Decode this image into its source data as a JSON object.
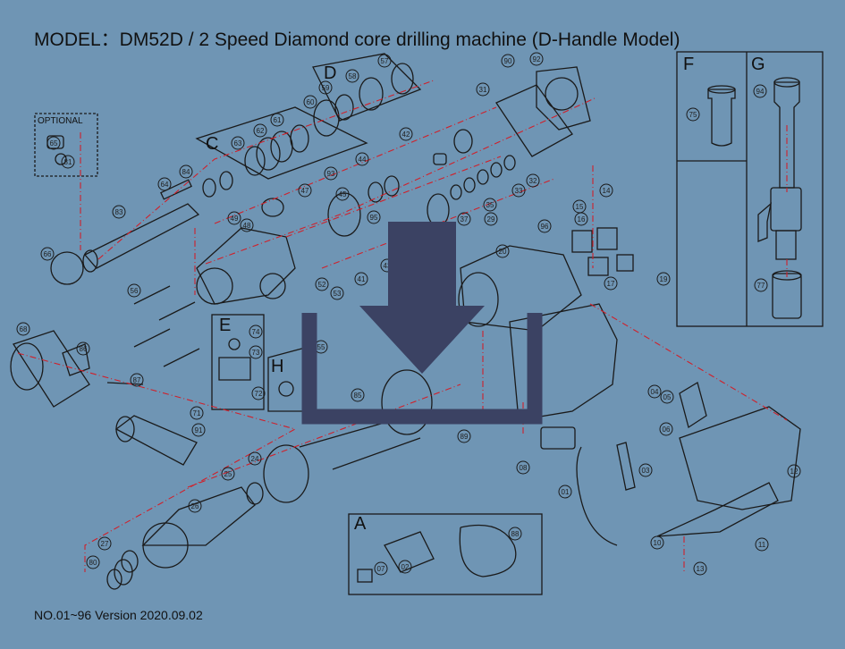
{
  "title": "MODEL：DM52D / 2 Speed Diamond core drilling machine (D-Handle Model)",
  "footer": "NO.01~96  Version 2020.09.02",
  "optional_label": "OPTIONAL",
  "groups": {
    "A": "A",
    "C": "C",
    "D": "D",
    "E": "E",
    "F": "F",
    "G": "G",
    "H": "H"
  },
  "parts": [
    "01",
    "02",
    "03",
    "04",
    "05",
    "06",
    "07",
    "08",
    "10",
    "11",
    "12",
    "13",
    "14",
    "15",
    "16",
    "17",
    "19",
    "20",
    "24",
    "25",
    "26",
    "27",
    "29",
    "31",
    "32",
    "33",
    "35",
    "37",
    "41",
    "42",
    "43",
    "44",
    "45",
    "47",
    "48",
    "49",
    "52",
    "53",
    "55",
    "56",
    "57",
    "58",
    "59",
    "60",
    "61",
    "62",
    "63",
    "64",
    "65",
    "66",
    "68",
    "71",
    "72",
    "73",
    "74",
    "75",
    "77",
    "80",
    "81",
    "83",
    "84",
    "85",
    "86",
    "87",
    "88",
    "89",
    "90",
    "91",
    "92",
    "93",
    "94",
    "95",
    "96"
  ],
  "overlay_icon": "download-icon",
  "colors": {
    "background": "#6f95b4",
    "line": "#1a1a1a",
    "leader": "#d0202a",
    "overlay": "#3b4263"
  }
}
